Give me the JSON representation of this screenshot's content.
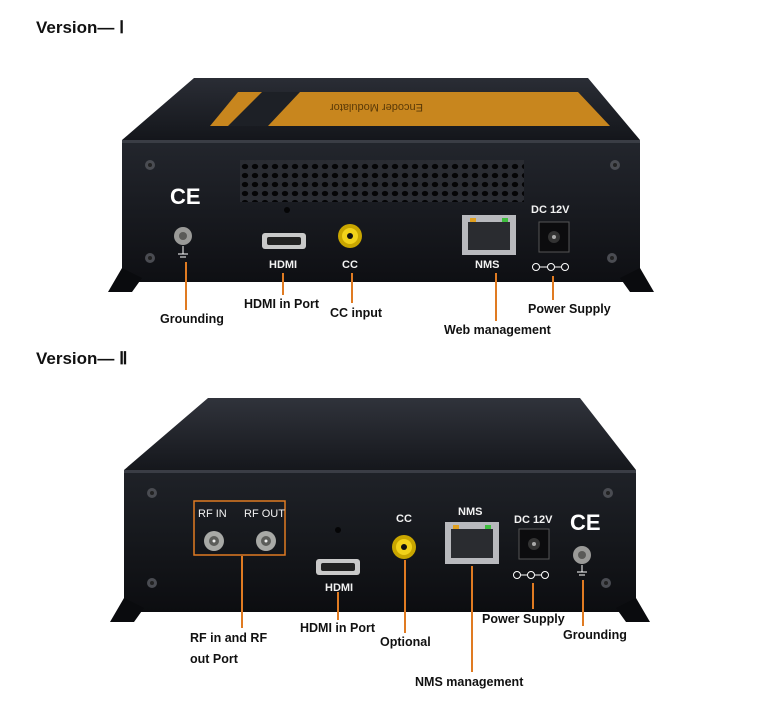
{
  "version1": {
    "heading": "Version— Ⅰ",
    "device_label": "Encoder Modulator",
    "ce_mark": "CE",
    "panel": {
      "hdmi": "HDMI",
      "cc": "CC",
      "nms": "NMS",
      "dc": "DC 12V"
    },
    "callouts": {
      "grounding": "Grounding",
      "hdmi_in": "HDMI in Port",
      "cc_input": "CC input",
      "web_mgmt": "Web management",
      "power": "Power Supply"
    }
  },
  "version2": {
    "heading": "Version— Ⅱ",
    "ce_mark": "CE",
    "panel": {
      "rf_in": "RF IN",
      "rf_out": "RF OUT",
      "hdmi": "HDMI",
      "cc": "CC",
      "nms": "NMS",
      "dc": "DC 12V"
    },
    "callouts": {
      "rf_line1": "RF  in  and  RF",
      "rf_line2": "out Port",
      "hdmi_in": "HDMI in Port",
      "optional": "Optional",
      "power": "Power Supply",
      "grounding": "Grounding",
      "nms_mgmt": "NMS management"
    }
  },
  "colors": {
    "accent_line": "#e07b22",
    "device_body": "#1a1c22",
    "label_stripe": "#c8861e"
  }
}
